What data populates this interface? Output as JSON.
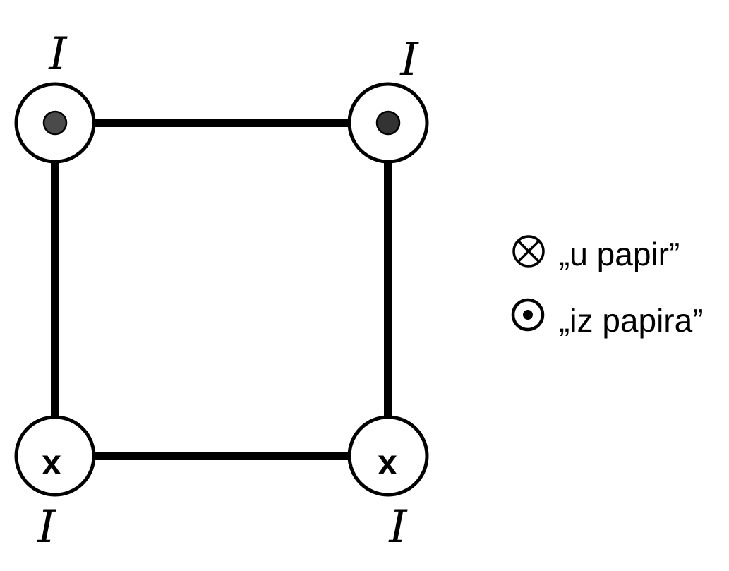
{
  "diagram": {
    "current_symbol": "I",
    "into_mark": "x",
    "colors": {
      "line": "#000000",
      "dot": "#3a3a3a",
      "background": "#ffffff"
    },
    "conductors": {
      "top_left": {
        "direction": "out_of_page",
        "label": "I"
      },
      "top_right": {
        "direction": "out_of_page",
        "label": "I"
      },
      "bottom_left": {
        "direction": "into_page",
        "label": "I"
      },
      "bottom_right": {
        "direction": "into_page",
        "label": "I"
      }
    },
    "legend": {
      "into_page": {
        "icon": "circled-times-icon",
        "text": "„u papir”"
      },
      "out_of_page": {
        "icon": "circled-dot-icon",
        "text": "„iz papira”"
      }
    }
  }
}
